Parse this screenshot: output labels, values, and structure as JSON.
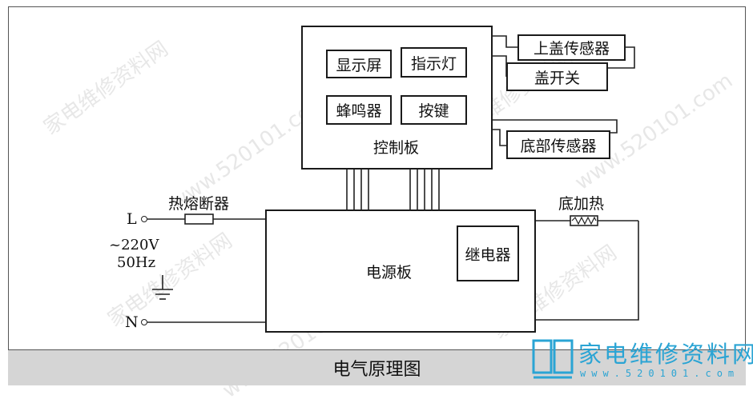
{
  "blocks": {
    "control_board": "控制板",
    "display": "显示屏",
    "indicator": "指示灯",
    "buzzer": "蜂鸣器",
    "keys": "按键",
    "power_board": "电源板",
    "relay": "继电器",
    "lid_sensor": "上盖传感器",
    "lid_switch": "盖开关",
    "bottom_sensor": "底部传感器"
  },
  "labels": {
    "fuse": "热熔断器",
    "heater": "底加热",
    "live": "L",
    "neutral": "N",
    "voltage": "~220V",
    "frequency": "50Hz"
  },
  "caption": "电气原理图",
  "watermark": {
    "text": "家电维修资料网",
    "url": "www.520101.com"
  },
  "logo": {
    "title": "家电维修资料网",
    "url": "www.520101.com",
    "color": "#2aa4d4"
  }
}
